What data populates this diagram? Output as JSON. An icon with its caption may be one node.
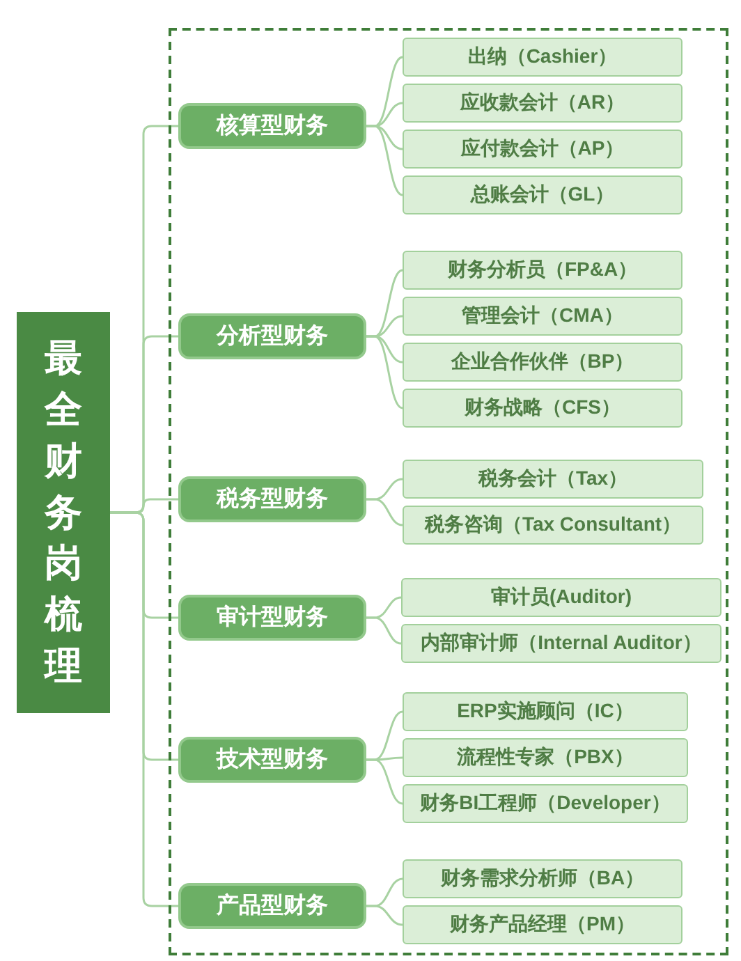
{
  "diagram": {
    "nodes": [
      {
        "text": [
          "最全财务岗梳理"
        ]
      },
      {
        "text": [],
        "shape": "box"
      },
      {
        "text": [
          "核算型财务"
        ],
        "in": 1
      },
      {
        "text": [
          "出纳（Cashier）"
        ],
        "in": 1
      },
      {
        "text": [
          "应收款会计（AR）"
        ],
        "in": 1
      },
      {
        "text": [
          "应付款会计（AP）"
        ],
        "in": 1
      },
      {
        "text": [
          "总账会计（GL）"
        ],
        "in": 1
      },
      {
        "text": [
          "分析型财务"
        ],
        "in": 1
      },
      {
        "text": [
          "财务分析员（FP&A）"
        ],
        "in": 1
      },
      {
        "text": [
          "管理会计（CMA）"
        ],
        "in": 1
      },
      {
        "text": [
          "企业合作伙伴（BP）"
        ],
        "in": 1
      },
      {
        "text": [
          "财务战略（CFS）"
        ],
        "in": 1
      },
      {
        "text": [
          "税务型财务"
        ],
        "in": 1
      },
      {
        "text": [
          "税务会计（Tax）"
        ],
        "in": 1
      },
      {
        "text": [
          "税务咨询（Tax Consultant）"
        ],
        "in": 1
      },
      {
        "text": [
          "审计型财务"
        ],
        "in": 1
      },
      {
        "text": [
          "审计员(Auditor)"
        ],
        "in": 1
      },
      {
        "text": [
          "内部审计师（Internal Auditor）"
        ],
        "in": 1
      },
      {
        "text": [
          "技术型财务"
        ],
        "in": 1
      },
      {
        "text": [
          "ERP实施顾问（IC）"
        ],
        "in": 1
      },
      {
        "text": [
          "流程性专家（PBX）"
        ],
        "in": 1
      },
      {
        "text": [
          "财务BI工程师（Developer）"
        ],
        "in": 1
      },
      {
        "text": [
          "产品型财务"
        ],
        "in": 1
      },
      {
        "text": [
          "财务需求分析师（BA）"
        ],
        "in": 1
      },
      {
        "text": [
          "财务产品经理（PM）"
        ],
        "in": 1
      }
    ],
    "edges": [
      {
        "from": 0,
        "to": 2,
        "arrow": "none"
      },
      {
        "from": 0,
        "to": 7,
        "arrow": "none"
      },
      {
        "from": 0,
        "to": 12,
        "arrow": "none"
      },
      {
        "from": 0,
        "to": 15,
        "arrow": "none"
      },
      {
        "from": 0,
        "to": 18,
        "arrow": "none"
      },
      {
        "from": 0,
        "to": 22,
        "arrow": "none"
      },
      {
        "from": 2,
        "to": 3,
        "arrow": "none"
      },
      {
        "from": 2,
        "to": 4,
        "arrow": "none"
      },
      {
        "from": 2,
        "to": 5,
        "arrow": "none"
      },
      {
        "from": 2,
        "to": 6,
        "arrow": "none"
      },
      {
        "from": 7,
        "to": 8,
        "arrow": "none"
      },
      {
        "from": 7,
        "to": 9,
        "arrow": "none"
      },
      {
        "from": 7,
        "to": 10,
        "arrow": "none"
      },
      {
        "from": 7,
        "to": 11,
        "arrow": "none"
      },
      {
        "from": 12,
        "to": 13,
        "arrow": "none"
      },
      {
        "from": 12,
        "to": 14,
        "arrow": "none"
      },
      {
        "from": 15,
        "to": 16,
        "arrow": "none"
      },
      {
        "from": 15,
        "to": 17,
        "arrow": "none"
      },
      {
        "from": 18,
        "to": 19,
        "arrow": "none"
      },
      {
        "from": 18,
        "to": 20,
        "arrow": "none"
      },
      {
        "from": 18,
        "to": 21,
        "arrow": "none"
      },
      {
        "from": 22,
        "to": 23,
        "arrow": "none"
      },
      {
        "from": 22,
        "to": 24,
        "arrow": "none"
      }
    ]
  }
}
